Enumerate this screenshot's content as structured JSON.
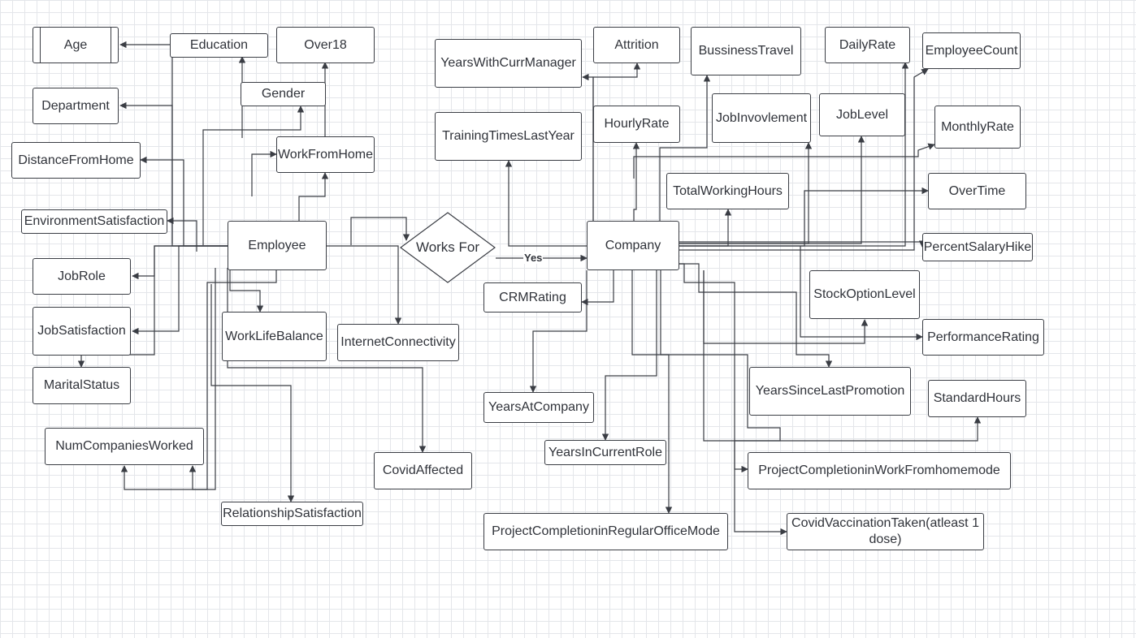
{
  "diagram": {
    "relationship": "Works For",
    "edge_label": "Yes",
    "employee": "Employee",
    "company": "Company",
    "employee_attributes": {
      "age": "Age",
      "education": "Education",
      "over18": "Over18",
      "department": "Department",
      "gender": "Gender",
      "distance_from_home": "DistanceFromHome",
      "work_from_home": "WorkFromHome",
      "environment_satisfaction": "EnvironmentSatisfaction",
      "job_role": "JobRole",
      "job_satisfaction": "JobSatisfaction",
      "work_life_balance": "WorkLifeBalance",
      "internet_connectivity": "InternetConnectivity",
      "marital_status": "MaritalStatus",
      "num_companies_worked": "NumCompaniesWorked",
      "covid_affected": "CovidAffected",
      "relationship_satisfaction": "RelationshipSatisfaction"
    },
    "company_attributes": {
      "years_with_curr_manager": "YearsWithCurrManager",
      "attrition": "Attrition",
      "bussiness_travel": "BussinessTravel",
      "daily_rate": "DailyRate",
      "employee_count": "EmployeeCount",
      "training_times_last_year": "TrainingTimesLastYear",
      "hourly_rate": "HourlyRate",
      "job_invovlement": "JobInvovlement",
      "job_level": "JobLevel",
      "monthly_rate": "MonthlyRate",
      "total_working_hours": "TotalWorkingHours",
      "over_time": "OverTime",
      "percent_salary_hike": "PercentSalaryHike",
      "crm_rating": "CRMRating",
      "stock_option_level": "StockOptionLevel",
      "performance_rating": "PerformanceRating",
      "years_since_last_promotion": "YearsSinceLastPromotion",
      "years_at_company": "YearsAtCompany",
      "standard_hours": "StandardHours",
      "years_in_current_role": "YearsInCurrentRole",
      "project_completion_wfh": "ProjectCompletioninWorkFromhomemode",
      "project_completion_office": "ProjectCompletioninRegularOfficeMode",
      "covid_vaccination": "CovidVaccinationTaken(atleast 1 dose)"
    }
  },
  "colors": {
    "line": "#3a3d44",
    "text": "#30333a",
    "grid": "#e4e6ea"
  }
}
